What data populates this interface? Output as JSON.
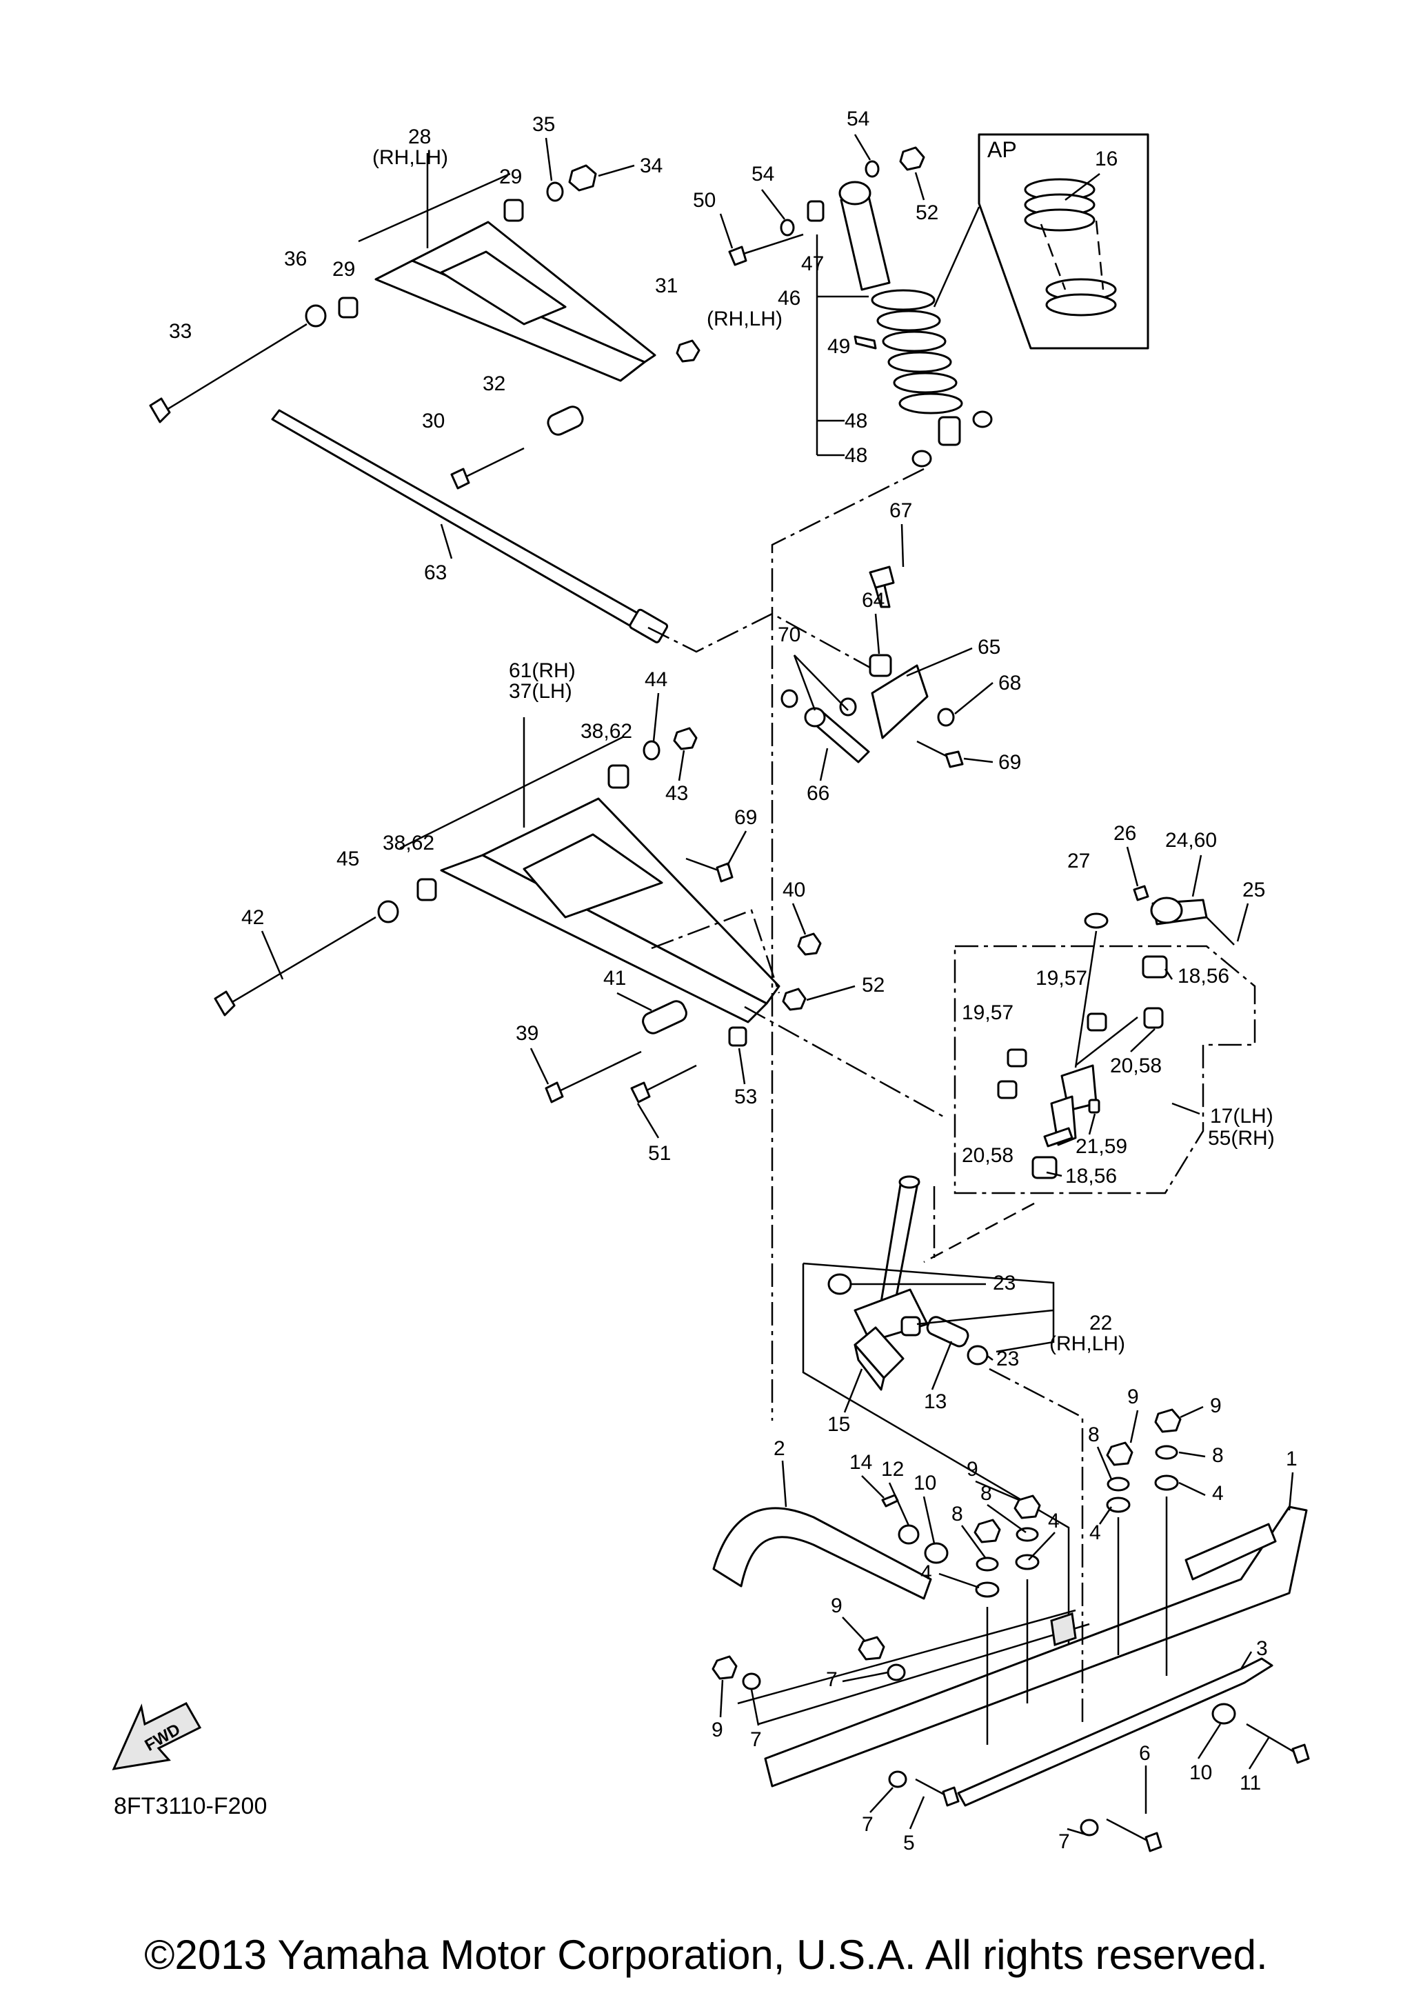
{
  "diagram": {
    "callouts": {
      "c1": "1",
      "c2": "2",
      "c3": "3",
      "c4a": "4",
      "c4b": "4",
      "c4c": "4",
      "c4d": "4",
      "c5": "5",
      "c6": "6",
      "c7a": "7",
      "c7b": "7",
      "c7c": "7",
      "c7d": "7",
      "c8a": "8",
      "c8b": "8",
      "c8c": "8",
      "c8d": "8",
      "c9a": "9",
      "c9b": "9",
      "c9c": "9",
      "c9d": "9",
      "c9e": "9",
      "c10a": "10",
      "c10b": "10",
      "c11": "11",
      "c12": "12",
      "c13": "13",
      "c14": "14",
      "c15": "15",
      "c16": "16",
      "c17": "17(LH)",
      "c55": "55(RH)",
      "c18a": "18,56",
      "c18b": "18,56",
      "c19a": "19,57",
      "c19b": "19,57",
      "c20a": "20,58",
      "c20b": "20,58",
      "c21": "21,59",
      "c22": "22",
      "c22sub": "(RH,LH)",
      "c23a": "23",
      "c23b": "23",
      "c24": "24,60",
      "c25": "25",
      "c26": "26",
      "c27": "27",
      "c28": "28",
      "c28sub": "(RH,LH)",
      "c29a": "29",
      "c29b": "29",
      "c30": "30",
      "c31": "31",
      "c32": "32",
      "c33": "33",
      "c34": "34",
      "c35": "35",
      "c36": "36",
      "c61": "61(RH)",
      "c37": "37(LH)",
      "c38a": "38,62",
      "c38b": "38,62",
      "c39": "39",
      "c40": "40",
      "c41": "41",
      "c42": "42",
      "c43": "43",
      "c44": "44",
      "c45": "45",
      "c46": "46",
      "c46sub": "(RH,LH)",
      "c47": "47",
      "c48a": "48",
      "c48b": "48",
      "c49": "49",
      "c50": "50",
      "c51": "51",
      "c52a": "52",
      "c52b": "52",
      "c53": "53",
      "c54a": "54",
      "c54b": "54",
      "c63": "63",
      "c64": "64",
      "c65": "65",
      "c66": "66",
      "c67": "67",
      "c68": "68",
      "c69a": "69",
      "c69b": "69",
      "c70": "70"
    },
    "ap_label": "AP",
    "fwd_label": "FWD",
    "drawing_code": "8FT3110-F200"
  },
  "footer": {
    "copyright": "©2013 Yamaha Motor Corporation, U.S.A. All rights reserved."
  }
}
